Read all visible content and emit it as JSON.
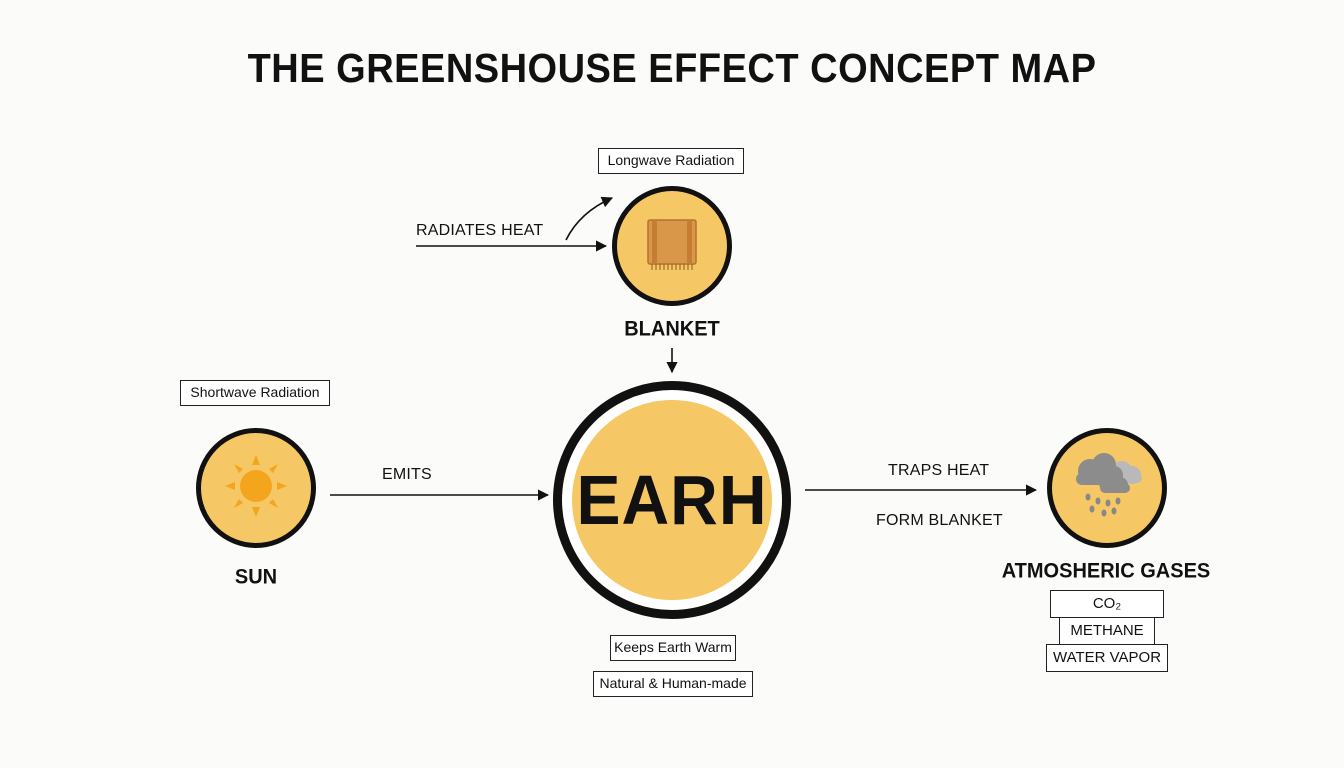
{
  "title": "THE GREENSHOUSE EFFECT CONCEPT MAP",
  "nodes": {
    "sun": {
      "name": "SUN",
      "box": "Shortwave Radiation",
      "icon": "sun-icon"
    },
    "blanket": {
      "name": "BLANKET",
      "box": "Longwave Radiation",
      "icon": "blanket-icon"
    },
    "earth": {
      "name": "EARH",
      "boxes": [
        "Keeps Earth Warm",
        "Natural & Human-made"
      ]
    },
    "gases": {
      "name": "ATMOSHERIC GASES",
      "icon": "rain-cloud-icon",
      "items": [
        "CO₂",
        "METHANE",
        "WATER VAPOR"
      ]
    }
  },
  "edges": {
    "emits": "EMITS",
    "radiates": "RADIATES HEAT",
    "traps": "TRAPS HEAT",
    "form": "FORM BLANKET"
  },
  "colors": {
    "fill": "#f5c765",
    "outline": "#111111",
    "sun": "#f4a51e",
    "cloud": "#8c8c8c"
  }
}
